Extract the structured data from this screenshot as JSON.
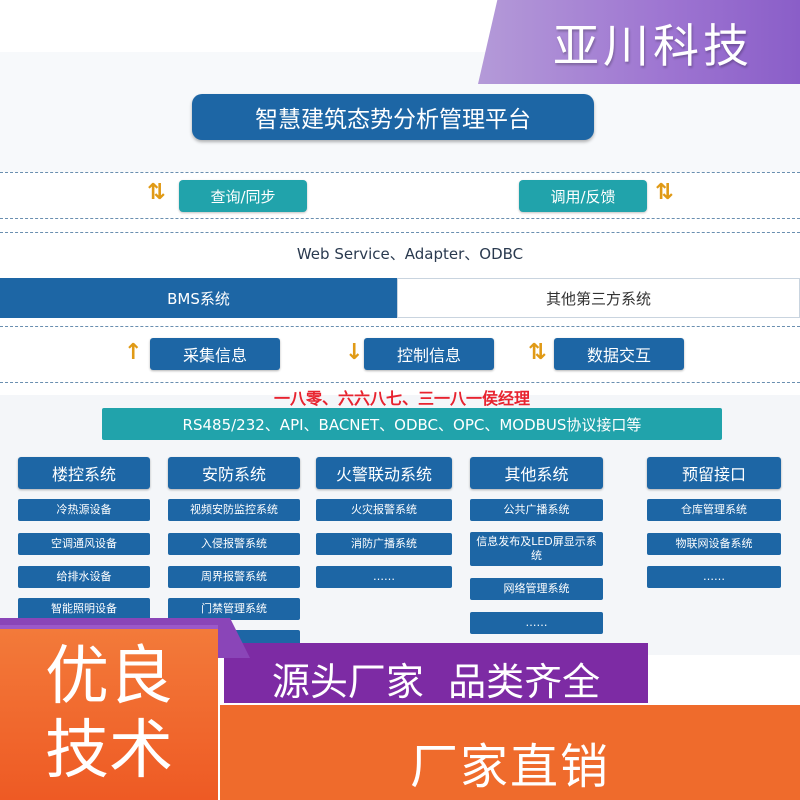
{
  "colors": {
    "dark_blue": "#1d66a5",
    "teal": "#21a3ab",
    "red": "#e8232f",
    "purple": "#7d2ba4",
    "orange": "#ef6b2c"
  },
  "title": "智慧建筑态势分析管理平台",
  "top_buttons": {
    "left": "查询/同步",
    "right": "调用/反馈"
  },
  "protocol_line": "Web Service、Adapter、ODBC",
  "bms": "BMS系统",
  "third_party": "其他第三方系统",
  "mid_buttons": [
    "采集信息",
    "控制信息",
    "数据交互"
  ],
  "watermark_red": "一八零、六六八七、三一八一侯经理",
  "protocol_bar": "RS485/232、API、BACNET、ODBC、OPC、MODBUS协议接口等",
  "columns": [
    {
      "header": "楼控系统",
      "items": [
        "冷热源设备",
        "空调通风设备",
        "给排水设备",
        "智能照明设备"
      ]
    },
    {
      "header": "安防系统",
      "items": [
        "视频安防监控系统",
        "入侵报警系统",
        "周界报警系统",
        "门禁管理系统",
        ""
      ]
    },
    {
      "header": "火警联动系统",
      "items": [
        "火灾报警系统",
        "消防广播系统",
        "……"
      ]
    },
    {
      "header": "其他系统",
      "items": [
        "公共广播系统",
        "信息发布及LED屏显示系统",
        "网络管理系统",
        "……"
      ]
    },
    {
      "header": "预留接口",
      "items": [
        "仓库管理系统",
        "物联网设备系统",
        "……"
      ]
    }
  ],
  "ad": {
    "brand": "亚川科技",
    "tag_line1": "优良",
    "tag_line2": "技术",
    "banner1": "源头厂家  品类齐全",
    "banner2": "厂家直销"
  },
  "icons": {
    "arrow_up": "arrow-up-icon",
    "arrow_down": "arrow-down-icon",
    "arrow_updown": "arrow-updown-icon"
  }
}
